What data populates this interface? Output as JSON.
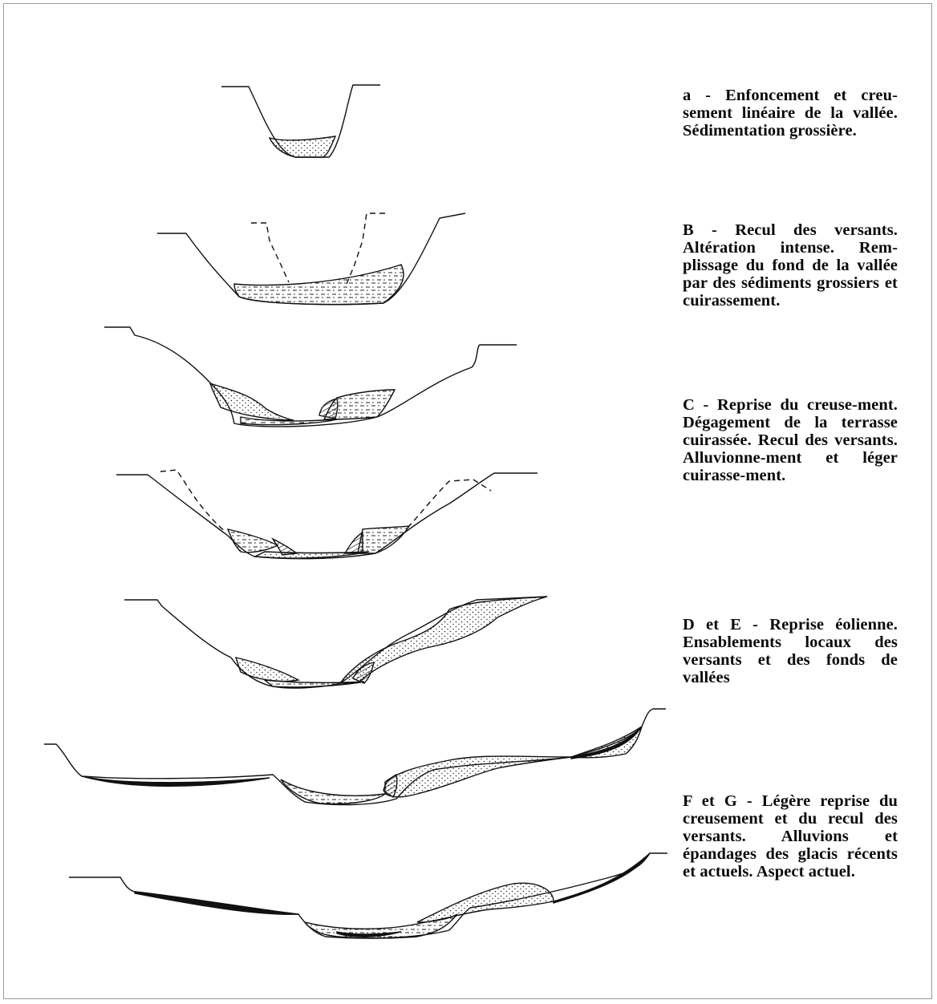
{
  "stages": [
    {
      "id": "a",
      "text": "a - Enfoncement et creu-sement linéaire de la vallée. Sédimentation grossière."
    },
    {
      "id": "b",
      "text": "B - Recul des versants. Altération intense. Rem-plissage du fond de la vallée par des sédiments grossiers et cuirassement."
    },
    {
      "id": "c",
      "text": "C - Reprise du creuse-ment. Dégagement de la terrasse cuirassée. Recul des versants. Alluvionne-ment et léger cuirasse-ment."
    },
    {
      "id": "de",
      "text": "D et E - Reprise éolienne. Ensablements locaux des versants et des fonds de vallées"
    },
    {
      "id": "fg",
      "text": "F et G - Légère reprise du creusement et du recul des versants. Alluvions et épandages des glacis récents et actuels. Aspect actuel."
    }
  ]
}
